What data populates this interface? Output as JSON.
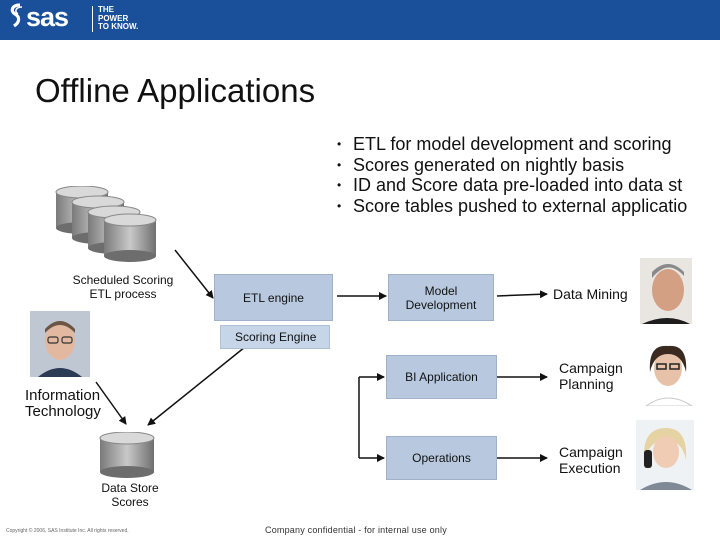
{
  "header": {
    "logo_text": "sas",
    "tagline": [
      "THE",
      "POWER",
      "TO KNOW."
    ]
  },
  "title": "Offline Applications",
  "bullets": [
    "ETL for model development and scoring",
    "Scores generated on nightly basis",
    "ID and Score data pre-loaded into data st",
    "Score tables pushed to external applicatio"
  ],
  "diagram": {
    "etl_process_label": [
      "Scheduled Scoring",
      "ETL process"
    ],
    "etl_engine": "ETL engine",
    "model_development": [
      "Model",
      "Development"
    ],
    "scoring_engine": "Scoring Engine",
    "bi_application": "BI Application",
    "operations": "Operations",
    "data_store_label": [
      "Data Store",
      "Scores"
    ]
  },
  "roles": {
    "it": [
      "Information",
      "Technology"
    ],
    "data_mining": "Data Mining",
    "campaign_planning": [
      "Campaign",
      "Planning"
    ],
    "campaign_execution": [
      "Campaign",
      "Execution"
    ]
  },
  "footer": {
    "copyright": "Copyright © 2006, SAS Institute Inc. All rights reserved.",
    "confidential": "Company confidential - for internal use only"
  },
  "colors": {
    "header_blue": "#1a4f9a",
    "box_fill": "#b8c9df",
    "cylinder_gray": "#a9a9a9"
  }
}
